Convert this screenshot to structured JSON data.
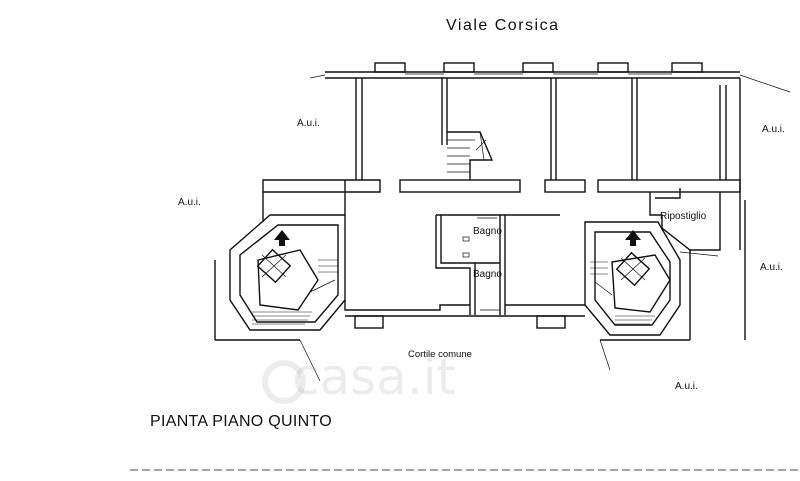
{
  "plan": {
    "street_name": "Viale Corsica",
    "adjacent_unit_label": "A.u.i.",
    "rooms": {
      "bathroom_1": "Bagno",
      "bathroom_2": "Bagno",
      "storage": "Ripostiglio"
    },
    "courtyard": "Cortile comune",
    "title": "PIANTA PIANO QUINTO",
    "watermark": "casa.it"
  }
}
